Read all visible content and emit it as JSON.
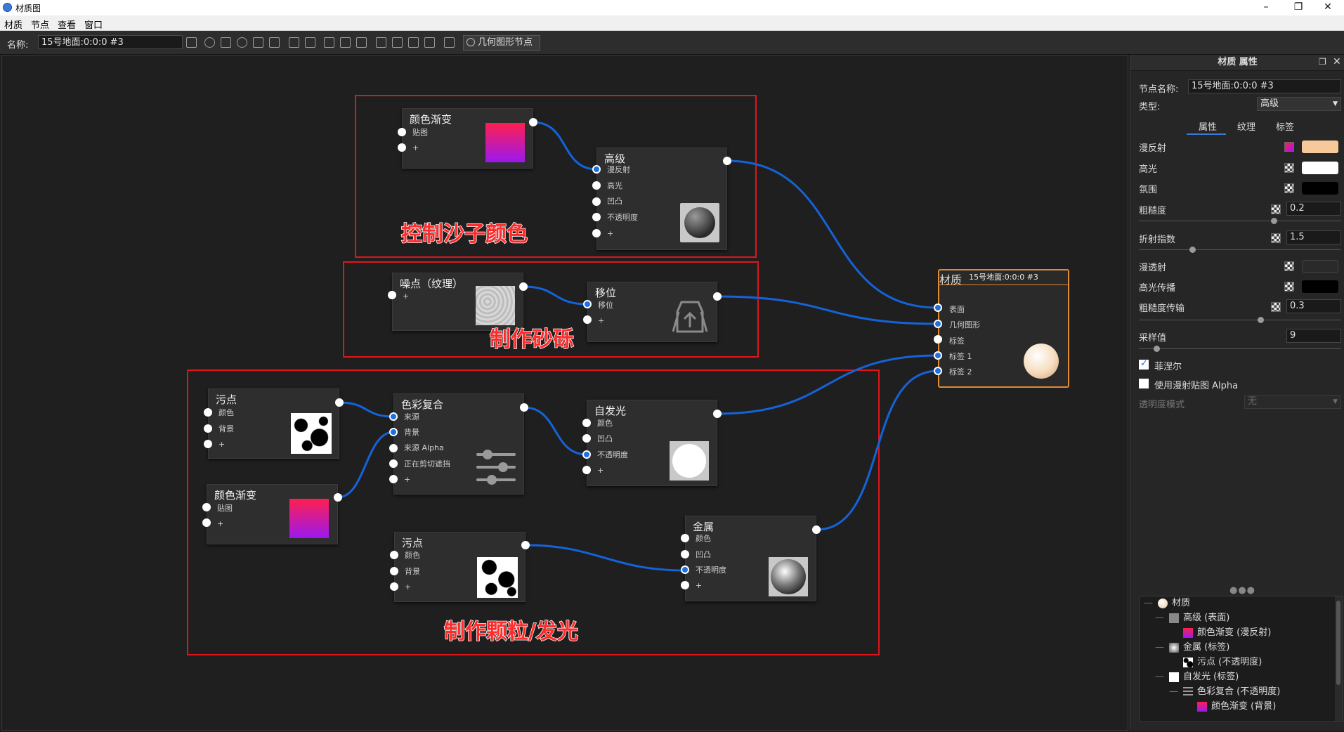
{
  "window": {
    "title": "材质图"
  },
  "menu": {
    "items": [
      "材质",
      "节点",
      "查看",
      "窗口"
    ]
  },
  "toolbar": {
    "name_label": "名称:",
    "name_value": "15号地面:0:0:0 #3",
    "geometry_button": "几何图形节点"
  },
  "groups": [
    {
      "label": "控制沙子颜色"
    },
    {
      "label": "制作砂砾"
    },
    {
      "label": "制作颗粒/发光"
    }
  ],
  "nodes": {
    "gradient1": {
      "title": "颜色渐变",
      "ports": [
        "贴图",
        "+"
      ]
    },
    "advanced": {
      "title": "高级",
      "ports": [
        "漫反射",
        "高光",
        "凹凸",
        "不透明度",
        "+"
      ]
    },
    "noise": {
      "title": "噪点（纹理）",
      "ports": [
        "+"
      ]
    },
    "displace": {
      "title": "移位",
      "ports": [
        "移位",
        "+"
      ]
    },
    "dirt1": {
      "title": "污点",
      "ports": [
        "颜色",
        "背景",
        "+"
      ]
    },
    "gradient2": {
      "title": "颜色渐变",
      "ports": [
        "贴图",
        "+"
      ]
    },
    "colorcomp": {
      "title": "色彩复合",
      "ports": [
        "来源",
        "背景",
        "来源 Alpha",
        "正在剪切遮挡",
        "+"
      ]
    },
    "emissive": {
      "title": "自发光",
      "ports": [
        "颜色",
        "凹凸",
        "不透明度",
        "+"
      ]
    },
    "dirt2": {
      "title": "污点",
      "ports": [
        "颜色",
        "背景",
        "+"
      ]
    },
    "metal": {
      "title": "金属",
      "ports": [
        "颜色",
        "凹凸",
        "不透明度",
        "+"
      ]
    },
    "material": {
      "header": "15号地面:0:0:0 #3",
      "title": "材质",
      "ports": [
        "表面",
        "几何图形",
        "标签",
        "标签 1",
        "标签 2"
      ]
    }
  },
  "panel": {
    "title": "材质 属性",
    "node_name_label": "节点名称:",
    "node_name_value": "15号地面:0:0:0 #3",
    "type_label": "类型:",
    "type_value": "高级",
    "tabs": [
      "属性",
      "纹理",
      "标签"
    ],
    "props": {
      "diffuse_label": "漫反射",
      "specular_label": "高光",
      "ambient_label": "氛围",
      "roughness_label": "粗糙度",
      "roughness_value": "0.2",
      "ior_label": "折射指数",
      "ior_value": "1.5",
      "transmission_label": "漫透射",
      "spec_transmission_label": "高光传播",
      "rough_transmission_label": "粗糙度传输",
      "rough_transmission_value": "0.3",
      "samples_label": "采样值",
      "samples_value": "9",
      "fresnel_label": "菲涅尔",
      "use_alpha_label": "使用漫射贴图 Alpha",
      "transparency_mode_label": "透明度模式",
      "transparency_mode_value": "无"
    },
    "colors": {
      "diffuse": "#f7c89a",
      "specular": "#ffffff",
      "ambient": "#000000",
      "transmission": "#2a2a2a",
      "spec_transmission": "#000000"
    },
    "tree": [
      "材质",
      "高级 (表面)",
      "颜色渐变 (漫反射)",
      "金属 (标签)",
      "污点 (不透明度)",
      "自发光 (标签)",
      "色彩复合 (不透明度)",
      "颜色渐变 (背景)"
    ]
  }
}
